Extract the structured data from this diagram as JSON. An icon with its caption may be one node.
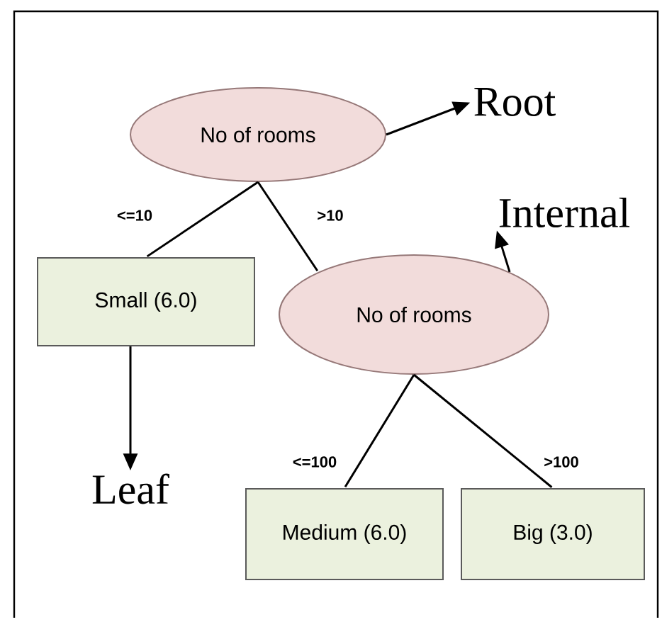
{
  "diagram": {
    "nodes": [
      {
        "text": [
          "No of rooms"
        ]
      },
      {
        "text": [
          "Small (6.0)"
        ]
      },
      {
        "text": [
          "No of rooms"
        ]
      },
      {
        "text": [
          "Medium (6.0)"
        ]
      },
      {
        "text": [
          "Big (3.0)"
        ]
      },
      {
        "text": [
          "Root"
        ]
      },
      {
        "text": [
          "Internal"
        ]
      },
      {
        "text": [
          "Leaf"
        ]
      }
    ],
    "edges": [
      {
        "from": 0,
        "to": 1,
        "arrow": "none",
        "label": "<=10"
      },
      {
        "from": 0,
        "to": 2,
        "arrow": "none",
        "label": ">10"
      },
      {
        "from": 2,
        "to": 3,
        "arrow": "none",
        "label": "<=100"
      },
      {
        "from": 2,
        "to": 4,
        "arrow": "none",
        "label": ">100"
      },
      {
        "from": 0,
        "to": 5,
        "arrow": "to"
      },
      {
        "from": 2,
        "to": 6,
        "arrow": "to"
      },
      {
        "from": 1,
        "to": 7,
        "arrow": "to"
      }
    ]
  }
}
